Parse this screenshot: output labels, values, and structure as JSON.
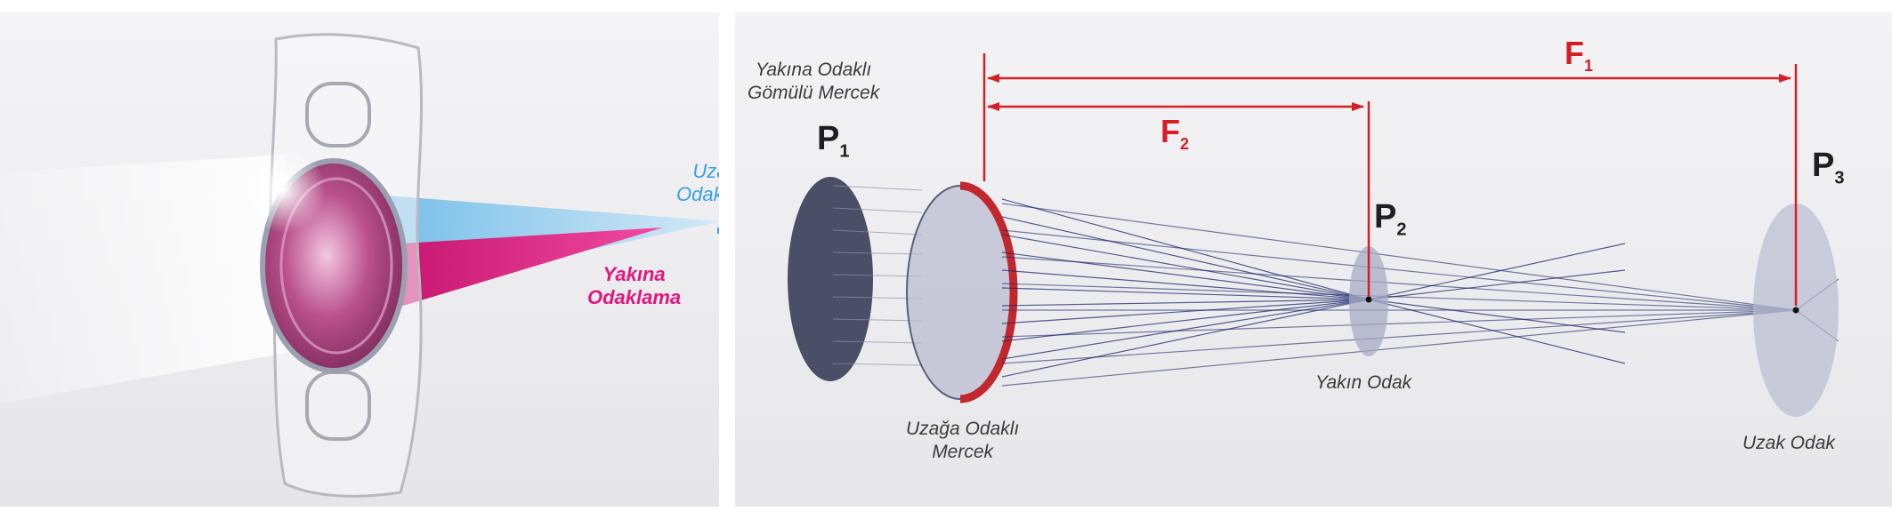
{
  "left_panel": {
    "far_focus_label": [
      "Uzağa",
      "Odaklama"
    ],
    "near_focus_label": [
      "Yakına",
      "Odaklama"
    ]
  },
  "right_panel": {
    "embedded_lens_label": [
      "Yakına Odaklı",
      "Gömülü Mercek"
    ],
    "far_focus_lens_label": [
      "Uzağa Odaklı",
      "Mercek"
    ],
    "near_focus_point_label": "Yakın Odak",
    "far_focus_point_label": "Uzak Odak",
    "planes": {
      "p1": {
        "letter": "P",
        "index": "1"
      },
      "p2": {
        "letter": "P",
        "index": "2"
      },
      "p3": {
        "letter": "P",
        "index": "3"
      }
    },
    "focal_lengths": {
      "f1": {
        "letter": "F",
        "index": "1"
      },
      "f2": {
        "letter": "F",
        "index": "2"
      }
    }
  },
  "colors": {
    "far_beam": "#7cc6ee",
    "near_beam": "#e0187e",
    "dimension_lines": "#d51f26",
    "rays": "#1f2a6b"
  }
}
